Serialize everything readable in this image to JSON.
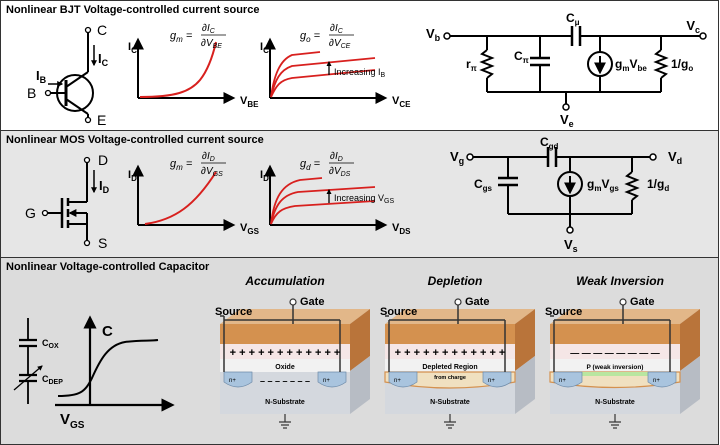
{
  "panels": [
    {
      "title": "Nonlinear BJT Voltage-controlled current source",
      "background": "#ffffff"
    },
    {
      "title": "Nonlinear MOS Voltage-controlled current source",
      "background": "#e6e6e6"
    },
    {
      "title": "Nonlinear Voltage-controlled Capacitor",
      "background": "#dcdcdc"
    }
  ],
  "bjt": {
    "symbol": {
      "c": "C",
      "b": "B",
      "e": "E",
      "ic": "I",
      "ic_sub": "C",
      "ib": "I",
      "ib_sub": "B"
    },
    "graph1": {
      "ylabel": "I",
      "ylabel_sub": "C",
      "xlabel": "V",
      "xlabel_sub": "BE",
      "formula_lhs": "g",
      "formula_lhs_sub": "m",
      "num": "∂I",
      "num_sub": "C",
      "den": "∂V",
      "den_sub": "BE"
    },
    "graph2": {
      "ylabel": "I",
      "ylabel_sub": "C",
      "xlabel": "V",
      "xlabel_sub": "CE",
      "formula_lhs": "g",
      "formula_lhs_sub": "o",
      "num": "∂I",
      "num_sub": "C",
      "den": "∂V",
      "den_sub": "CE",
      "annotation": "Increasing I",
      "annotation_sub": "B"
    },
    "circuit": {
      "vb": "V",
      "vb_sub": "b",
      "vc": "V",
      "vc_sub": "c",
      "ve": "V",
      "ve_sub": "e",
      "cmu": "C",
      "cmu_sub": "μ",
      "cpi": "C",
      "cpi_sub": "π",
      "rpi": "r",
      "rpi_sub": "π",
      "gm": "g",
      "gm_sub": "m",
      "vbe": "V",
      "vbe_sub": "be",
      "go": "1/g",
      "go_sub": "o"
    }
  },
  "mos": {
    "symbol": {
      "d": "D",
      "g": "G",
      "s": "S",
      "id": "I",
      "id_sub": "D"
    },
    "graph1": {
      "ylabel": "I",
      "ylabel_sub": "D",
      "xlabel": "V",
      "xlabel_sub": "GS",
      "formula_lhs": "g",
      "formula_lhs_sub": "m",
      "num": "∂I",
      "num_sub": "D",
      "den": "∂V",
      "den_sub": "GS"
    },
    "graph2": {
      "ylabel": "I",
      "ylabel_sub": "D",
      "xlabel": "V",
      "xlabel_sub": "DS",
      "formula_lhs": "g",
      "formula_lhs_sub": "d",
      "num": "∂I",
      "num_sub": "D",
      "den": "∂V",
      "den_sub": "DS",
      "annotation": "Increasing V",
      "annotation_sub": "GS"
    },
    "circuit": {
      "vg": "V",
      "vg_sub": "g",
      "vd": "V",
      "vd_sub": "d",
      "vs": "V",
      "vs_sub": "s",
      "cgd": "C",
      "cgd_sub": "gd",
      "cgs": "C",
      "cgs_sub": "gs",
      "gm": "g",
      "gm_sub": "m",
      "vgs": "V",
      "vgs_sub": "gs",
      "gd": "1/g",
      "gd_sub": "d"
    }
  },
  "cap": {
    "cox": "C",
    "cox_sub": "OX",
    "cdep": "C",
    "cdep_sub": "DEP",
    "ylabel": "C",
    "xlabel": "V",
    "xlabel_sub": "GS",
    "diagrams": [
      {
        "title": "Accumulation",
        "source": "Source",
        "gate": "Gate",
        "oxide": "Oxide",
        "substrate": "N-Substrate",
        "nplus_left": "n+",
        "nplus_right": "n+",
        "gate_charge": "+ + + + + + + + + + + +",
        "channel_charge": "– – – – – – –"
      },
      {
        "title": "Depletion",
        "source": "Source",
        "gate": "Gate",
        "region": "Depleted Region",
        "region_sub": "from charge",
        "substrate": "N-Substrate",
        "nplus_left": "n+",
        "nplus_right": "n+",
        "gate_charge": "+ + + + + + + + + + + +"
      },
      {
        "title": "Weak Inversion",
        "source": "Source",
        "gate": "Gate",
        "region": "P (weak inversion)",
        "substrate": "N-Substrate",
        "nplus_left": "n+",
        "nplus_right": "n+",
        "gate_charge": "— — — — — — — —"
      }
    ]
  },
  "colors": {
    "curve": "#d8201e",
    "gate": "#d4914f",
    "gate_dark": "#b9743a",
    "substrate": "#d4d8de",
    "oxide": "#f2f2f2",
    "nplus": "#a9c4de",
    "inversion": "#b9e6a0"
  }
}
